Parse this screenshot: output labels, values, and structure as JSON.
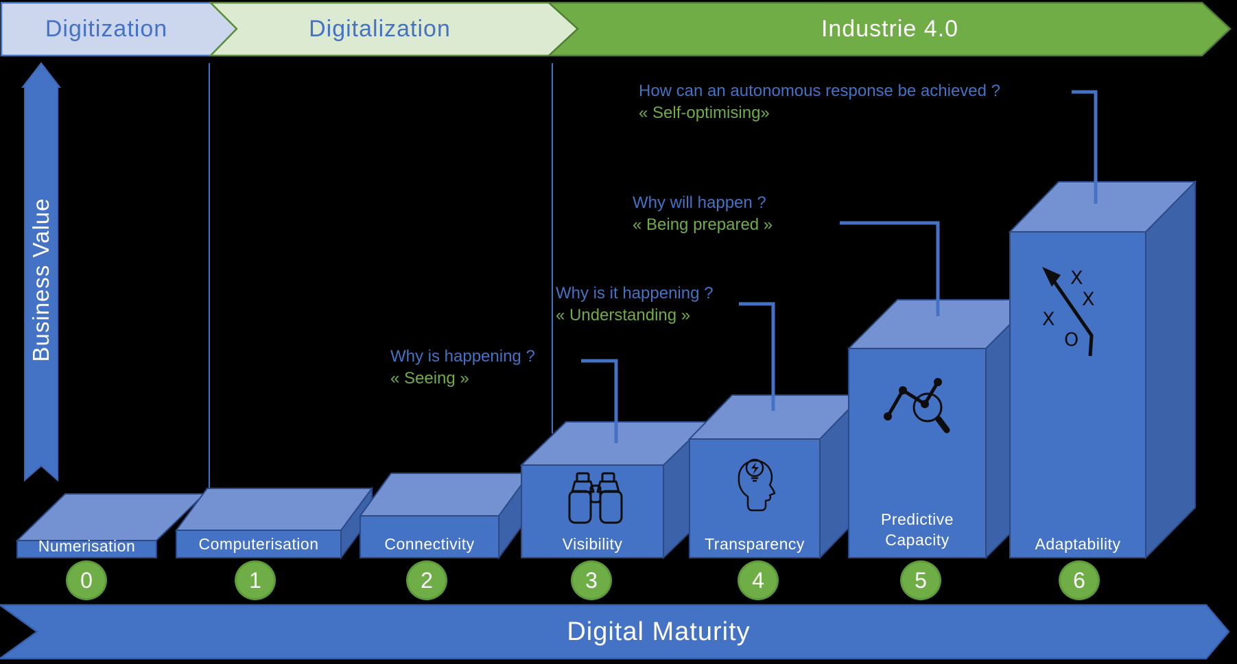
{
  "banner": {
    "segments": [
      {
        "label": "Digitization"
      },
      {
        "label": "Digitalization"
      },
      {
        "label": "Industrie 4.0"
      }
    ]
  },
  "axes": {
    "y": "Business Value",
    "x": "Digital Maturity"
  },
  "steps": [
    {
      "number": "0",
      "label": "Numerisation"
    },
    {
      "number": "1",
      "label": "Computerisation"
    },
    {
      "number": "2",
      "label": "Connectivity"
    },
    {
      "number": "3",
      "label": "Visibility",
      "icon": "binoculars-icon"
    },
    {
      "number": "4",
      "label": "Transparency",
      "icon": "head-lightbulb-icon"
    },
    {
      "number": "5",
      "label": "Predictive Capacity",
      "icon": "scatter-magnifier-icon"
    },
    {
      "number": "6",
      "label": "Adaptability",
      "icon": "strategy-arrow-icon",
      "icon_letters": [
        "X",
        "X",
        "X",
        "O"
      ]
    }
  ],
  "annotations": [
    {
      "question": "Why is happening ?",
      "answer": "« Seeing »"
    },
    {
      "question": "Why is it happening ?",
      "answer": "« Understanding »"
    },
    {
      "question": "Why will happen ?",
      "answer": "« Being prepared »"
    },
    {
      "question": "How can an autonomous response be achieved ?",
      "answer": "« Self-optimising»"
    }
  ],
  "colors": {
    "background": "#000000",
    "box_front": "#4472c4",
    "box_top": "#7492d2",
    "box_side": "#3c63a9",
    "box_edge": "#2b4a86",
    "accent_blue": "#4472c4",
    "accent_green": "#70ad47",
    "banner_digitization_fill": "#ccd7ee",
    "banner_digitalization_fill": "#dcead2",
    "banner_industrie_fill": "#70ad47",
    "circle_fill": "#6fae46",
    "connector_blue": "#4472c4",
    "icon_black": "#0d0d0d"
  }
}
